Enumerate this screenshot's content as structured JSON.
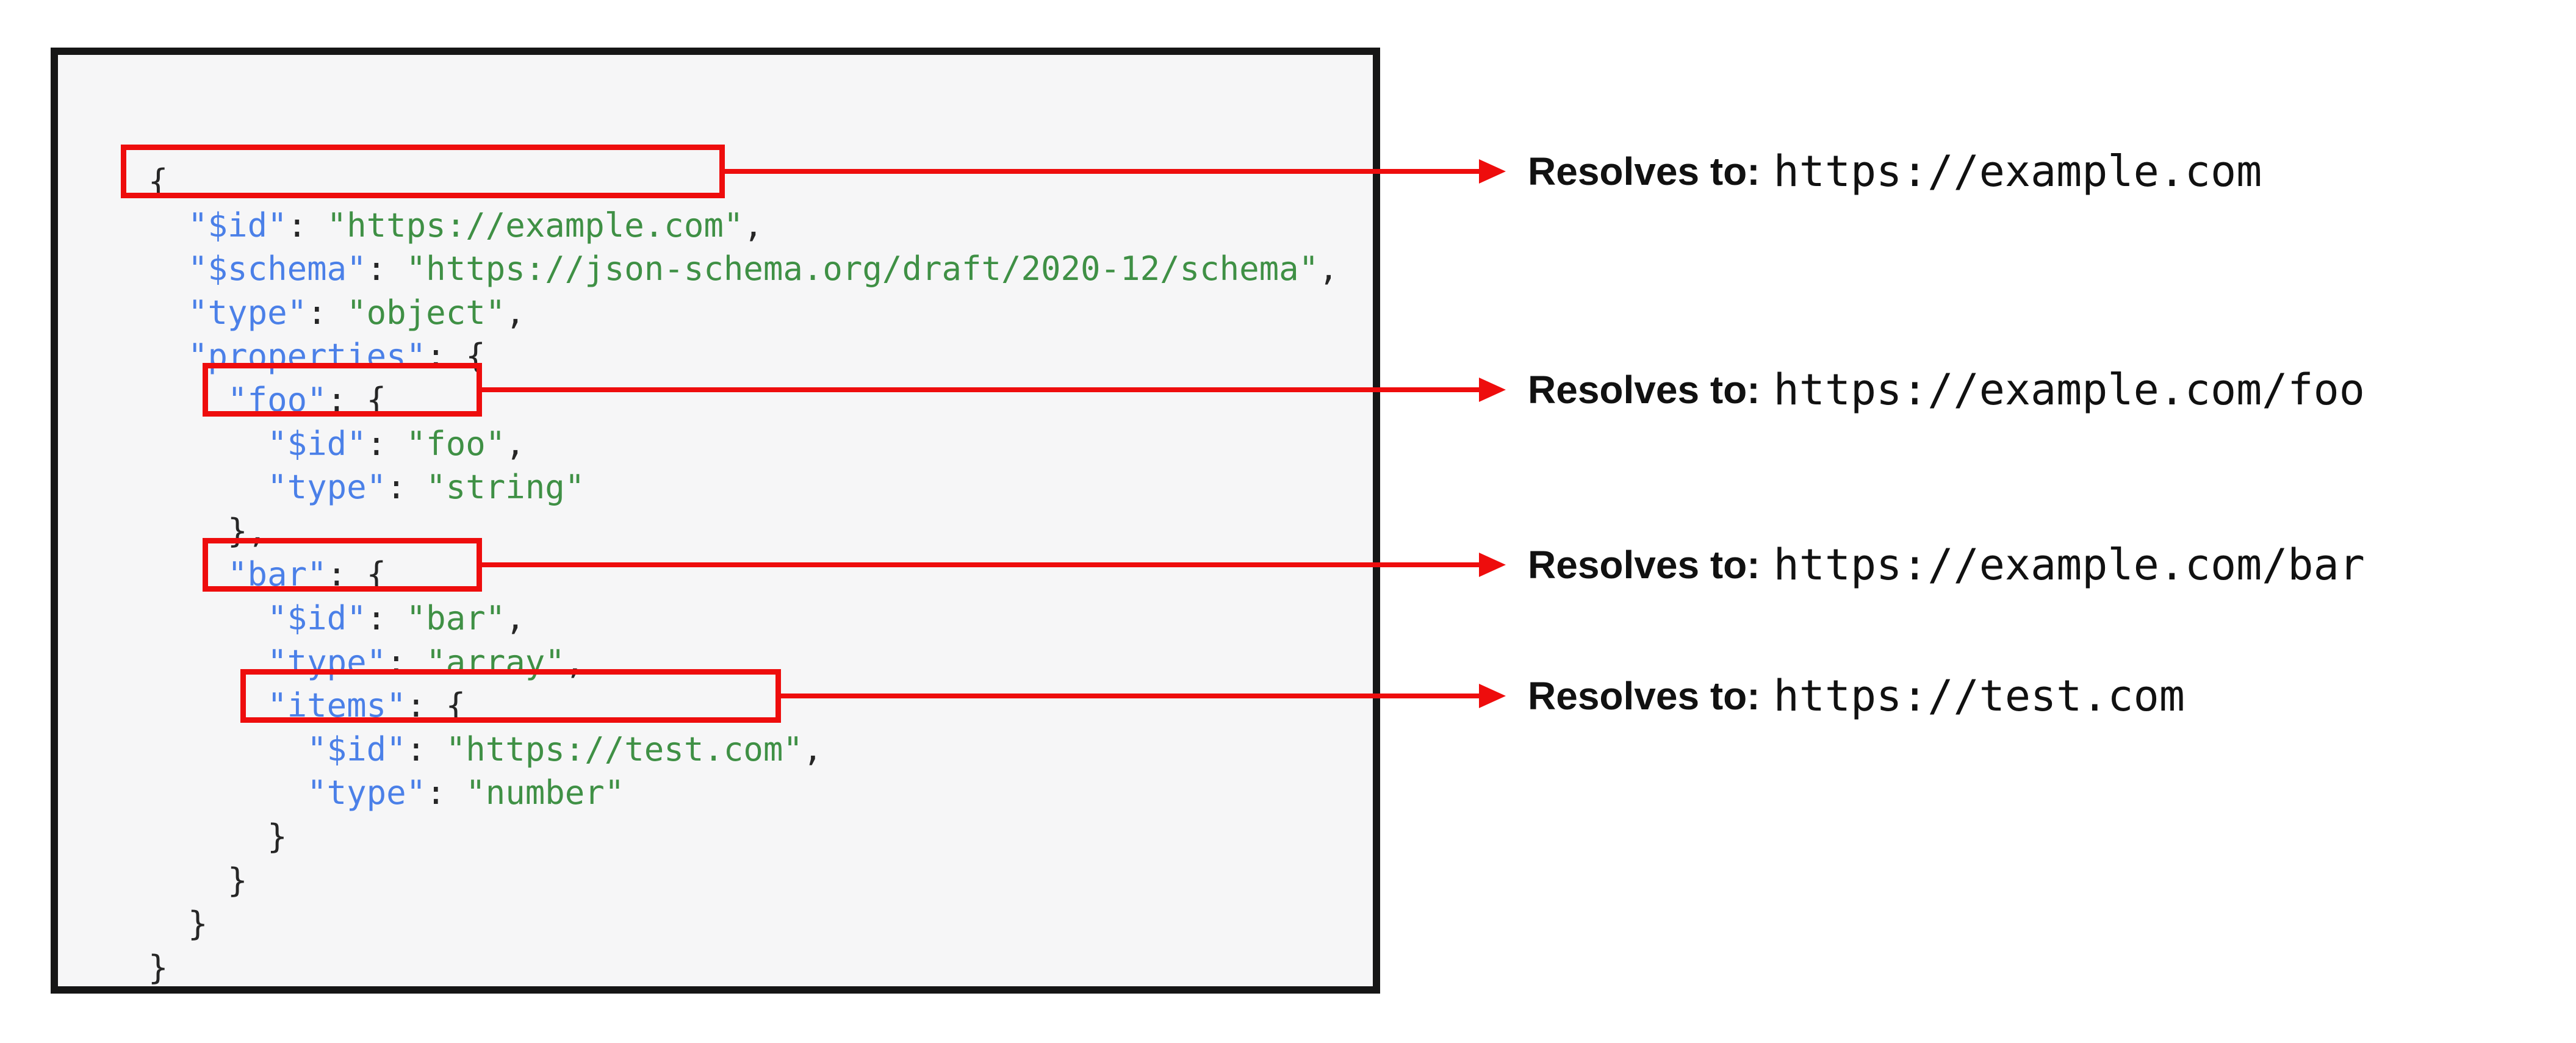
{
  "colors": {
    "key": "#4b80e8",
    "string": "#3f9045",
    "punctuation": "#262626",
    "highlight": "#ee0d0d",
    "ink": "#111111",
    "panel-bg": "#f6f6f7"
  },
  "code": {
    "language": "json",
    "lines": [
      [
        {
          "c": "p",
          "v": "{"
        }
      ],
      [
        {
          "c": "p",
          "v": "  "
        },
        {
          "c": "k",
          "v": "\"$id\""
        },
        {
          "c": "p",
          "v": ": "
        },
        {
          "c": "s",
          "v": "\"https://example.com\""
        },
        {
          "c": "p",
          "v": ","
        }
      ],
      [
        {
          "c": "p",
          "v": "  "
        },
        {
          "c": "k",
          "v": "\"$schema\""
        },
        {
          "c": "p",
          "v": ": "
        },
        {
          "c": "s",
          "v": "\"https://json-schema.org/draft/2020-12/schema\""
        },
        {
          "c": "p",
          "v": ","
        }
      ],
      [
        {
          "c": "p",
          "v": "  "
        },
        {
          "c": "k",
          "v": "\"type\""
        },
        {
          "c": "p",
          "v": ": "
        },
        {
          "c": "s",
          "v": "\"object\""
        },
        {
          "c": "p",
          "v": ","
        }
      ],
      [
        {
          "c": "p",
          "v": "  "
        },
        {
          "c": "k",
          "v": "\"properties\""
        },
        {
          "c": "p",
          "v": ": {"
        }
      ],
      [
        {
          "c": "p",
          "v": "    "
        },
        {
          "c": "k",
          "v": "\"foo\""
        },
        {
          "c": "p",
          "v": ": {"
        }
      ],
      [
        {
          "c": "p",
          "v": "      "
        },
        {
          "c": "k",
          "v": "\"$id\""
        },
        {
          "c": "p",
          "v": ": "
        },
        {
          "c": "s",
          "v": "\"foo\""
        },
        {
          "c": "p",
          "v": ","
        }
      ],
      [
        {
          "c": "p",
          "v": "      "
        },
        {
          "c": "k",
          "v": "\"type\""
        },
        {
          "c": "p",
          "v": ": "
        },
        {
          "c": "s",
          "v": "\"string\""
        }
      ],
      [
        {
          "c": "p",
          "v": "    },"
        }
      ],
      [
        {
          "c": "p",
          "v": "    "
        },
        {
          "c": "k",
          "v": "\"bar\""
        },
        {
          "c": "p",
          "v": ": {"
        }
      ],
      [
        {
          "c": "p",
          "v": "      "
        },
        {
          "c": "k",
          "v": "\"$id\""
        },
        {
          "c": "p",
          "v": ": "
        },
        {
          "c": "s",
          "v": "\"bar\""
        },
        {
          "c": "p",
          "v": ","
        }
      ],
      [
        {
          "c": "p",
          "v": "      "
        },
        {
          "c": "k",
          "v": "\"type\""
        },
        {
          "c": "p",
          "v": ": "
        },
        {
          "c": "s",
          "v": "\"array\""
        },
        {
          "c": "p",
          "v": ","
        }
      ],
      [
        {
          "c": "p",
          "v": "      "
        },
        {
          "c": "k",
          "v": "\"items\""
        },
        {
          "c": "p",
          "v": ": {"
        }
      ],
      [
        {
          "c": "p",
          "v": "        "
        },
        {
          "c": "k",
          "v": "\"$id\""
        },
        {
          "c": "p",
          "v": ": "
        },
        {
          "c": "s",
          "v": "\"https://test.com\""
        },
        {
          "c": "p",
          "v": ","
        }
      ],
      [
        {
          "c": "p",
          "v": "        "
        },
        {
          "c": "k",
          "v": "\"type\""
        },
        {
          "c": "p",
          "v": ": "
        },
        {
          "c": "s",
          "v": "\"number\""
        }
      ],
      [
        {
          "c": "p",
          "v": "      }"
        }
      ],
      [
        {
          "c": "p",
          "v": "    }"
        }
      ],
      [
        {
          "c": "p",
          "v": "  }"
        }
      ],
      [
        {
          "c": "p",
          "v": "}"
        }
      ]
    ]
  },
  "highlights": [
    {
      "highlighted_text": "\"$id\": \"https://example.com\",",
      "line": 2
    },
    {
      "highlighted_text": "\"$id\": \"foo\",",
      "line": 7
    },
    {
      "highlighted_text": "\"$id\": \"bar\",",
      "line": 11
    },
    {
      "highlighted_text": "\"$id\": \"https://test.com\",",
      "line": 14
    }
  ],
  "annotations": [
    {
      "label": "Resolves to:",
      "url": "https://example.com"
    },
    {
      "label": "Resolves to:",
      "url": "https://example.com/foo"
    },
    {
      "label": "Resolves to:",
      "url": "https://example.com/bar"
    },
    {
      "label": "Resolves to:",
      "url": "https://test.com"
    }
  ]
}
